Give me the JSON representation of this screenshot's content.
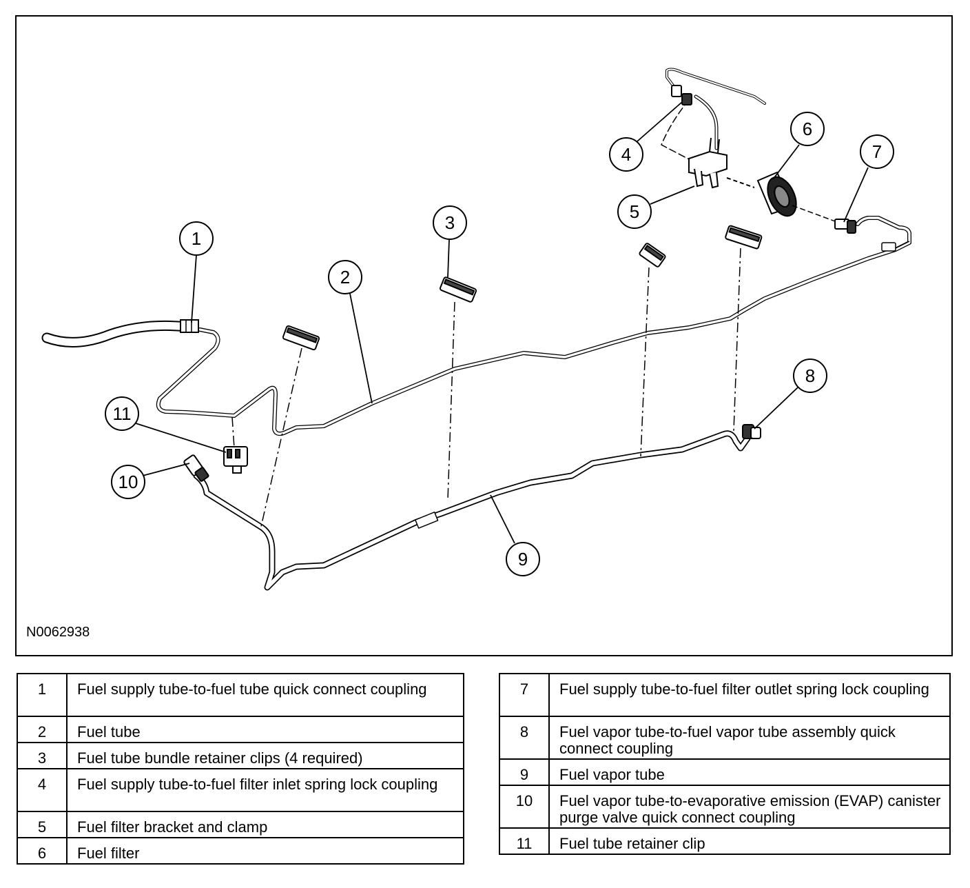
{
  "diagram": {
    "id_label": "N0062938",
    "callouts": [
      "1",
      "2",
      "3",
      "4",
      "5",
      "6",
      "7",
      "8",
      "9",
      "10",
      "11"
    ]
  },
  "legend": {
    "left": [
      {
        "num": "1",
        "text": "Fuel supply tube-to-fuel tube quick connect coupling"
      },
      {
        "num": "2",
        "text": "Fuel tube"
      },
      {
        "num": "3",
        "text": "Fuel tube bundle retainer clips (4 required)"
      },
      {
        "num": "4",
        "text": "Fuel supply tube-to-fuel filter inlet spring lock coupling"
      },
      {
        "num": "5",
        "text": "Fuel filter bracket and clamp"
      },
      {
        "num": "6",
        "text": "Fuel filter"
      }
    ],
    "right": [
      {
        "num": "7",
        "text": "Fuel supply tube-to-fuel filter outlet spring lock coupling"
      },
      {
        "num": "8",
        "text": "Fuel vapor tube-to-fuel vapor tube assembly quick connect coupling"
      },
      {
        "num": "9",
        "text": "Fuel vapor tube"
      },
      {
        "num": "10",
        "text": "Fuel vapor tube-to-evaporative emission (EVAP) canister purge valve quick connect coupling"
      },
      {
        "num": "11",
        "text": "Fuel tube retainer clip"
      }
    ]
  }
}
